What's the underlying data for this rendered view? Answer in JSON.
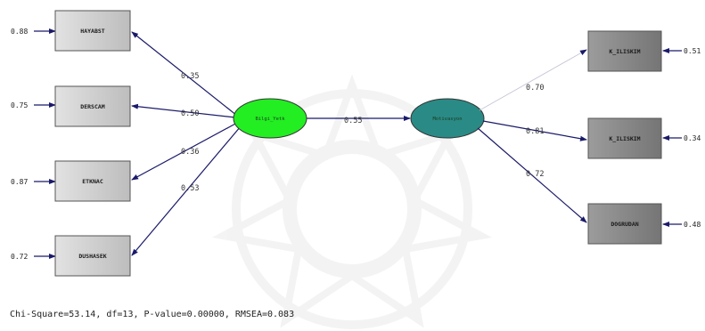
{
  "exogenous": {
    "name": "Bilgi_Yetk",
    "indicators": [
      {
        "name": "HAYABST",
        "error": "0.88",
        "loading": "0.35"
      },
      {
        "name": "DERSCAM",
        "error": "0.75",
        "loading": "0.50"
      },
      {
        "name": "ETKNAC",
        "error": "0.87",
        "loading": "0.36"
      },
      {
        "name": "DUSHASEK",
        "error": "0.72",
        "loading": "0.53"
      }
    ]
  },
  "endogenous": {
    "name": "Motivasyon",
    "indicators": [
      {
        "name": "K_ILISKIM",
        "error": "0.51",
        "loading": "0.70"
      },
      {
        "name": "K_ILISKIM",
        "error": "0.34",
        "loading": "0.81"
      },
      {
        "name": "DOGRUDAN",
        "error": "0.48",
        "loading": "0.72"
      }
    ]
  },
  "structural_path": "0.55",
  "fit_stats": "Chi-Square=53.14, df=13, P-value=0.00000, RMSEA=0.083",
  "colors": {
    "exogenous_fill": "#22ee22",
    "endogenous_fill": "#2a8a86",
    "arrow": "#1a1a6a",
    "box_light": "#d0d0d0",
    "box_dark": "#8a8a8a"
  }
}
